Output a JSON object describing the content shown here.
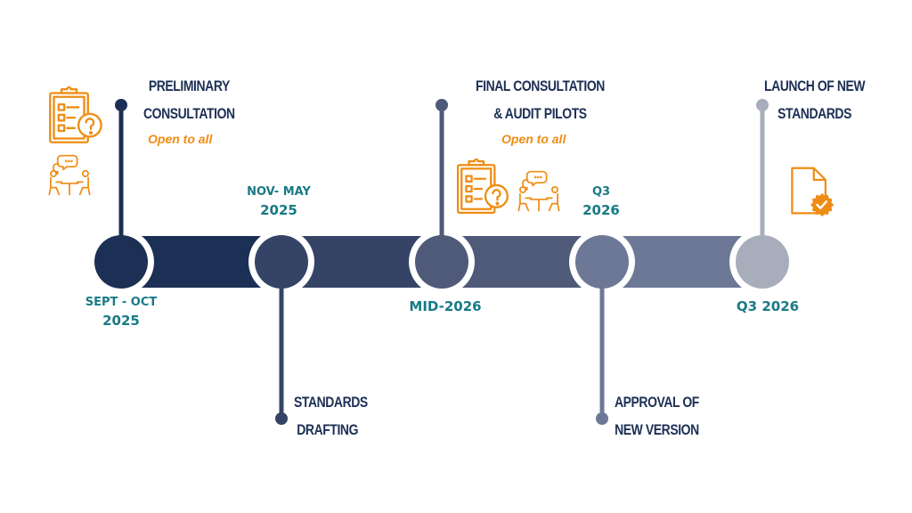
{
  "colors": {
    "title": "#1c2f55",
    "note": "#ef8c13",
    "date": "#187a85",
    "icon": "#ef8c13"
  },
  "milestones": [
    {
      "date_line1": "SEPT - OCT",
      "date_line2": "2025",
      "title_lines": [
        "PRELIMINARY",
        "CONSULTATION"
      ],
      "note": "Open to all",
      "color": "#1c2f55",
      "stem": "up",
      "icons": [
        "clipboard-question-icon",
        "meeting-icon"
      ]
    },
    {
      "date_line1": "NOV- MAY",
      "date_line2": "2025",
      "title_lines": [
        "STANDARDS",
        "DRAFTING"
      ],
      "note": "",
      "color": "#354466",
      "stem": "down",
      "icons": []
    },
    {
      "date_line1": "MID-2026",
      "date_line2": "",
      "title_lines": [
        "FINAL CONSULTATION",
        "& AUDIT PILOTS"
      ],
      "note": "Open to all",
      "color": "#4f5a79",
      "stem": "up",
      "icons": [
        "clipboard-question-icon",
        "meeting-icon"
      ]
    },
    {
      "date_line1": "Q3",
      "date_line2": "2026",
      "title_lines": [
        "APPROVAL OF",
        "NEW VERSION"
      ],
      "note": "",
      "color": "#6d7896",
      "stem": "down",
      "icons": []
    },
    {
      "date_line1": "Q3 2026",
      "date_line2": "",
      "title_lines": [
        "LAUNCH OF NEW",
        "STANDARDS"
      ],
      "note": "",
      "color": "#a7adba",
      "stem": "up",
      "icons": [
        "document-check-icon"
      ]
    }
  ],
  "segments": [
    {
      "color": "#1c2f55"
    },
    {
      "color": "#354466"
    },
    {
      "color": "#4f5a79"
    },
    {
      "color": "#6d7896"
    }
  ]
}
